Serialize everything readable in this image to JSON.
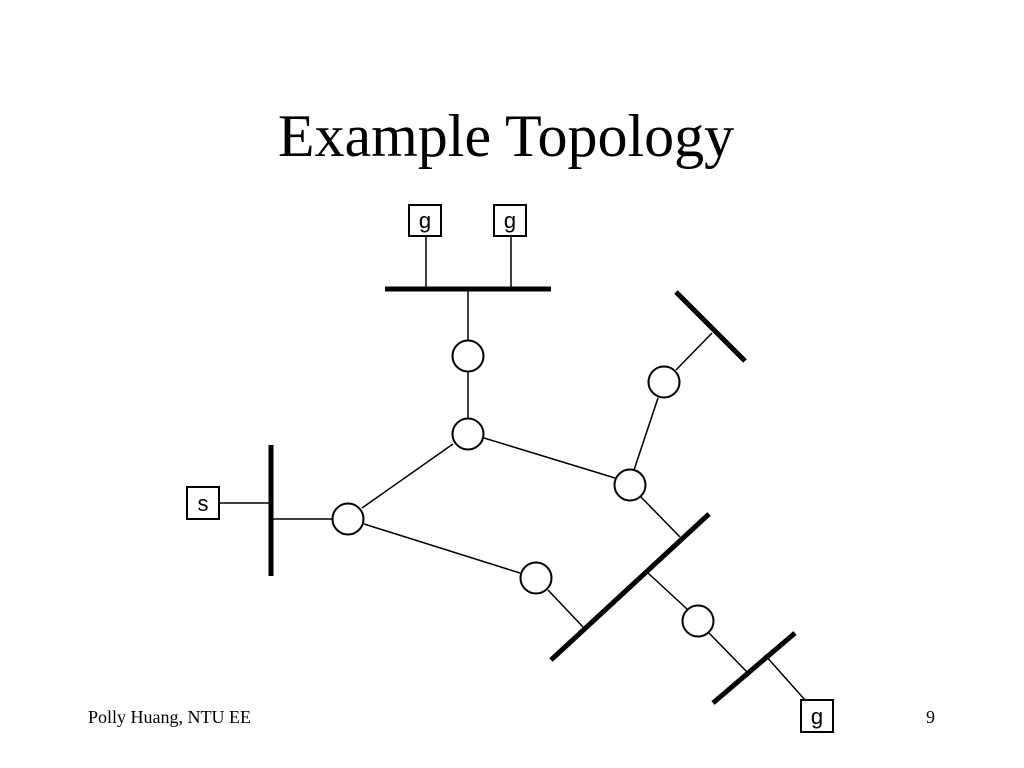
{
  "slide": {
    "title": "Example Topology",
    "footer_left": "Polly Huang, NTU EE",
    "page_number": "9"
  },
  "diagram": {
    "boxes": [
      {
        "id": "g-top-left",
        "label": "g"
      },
      {
        "id": "g-top-right",
        "label": "g"
      },
      {
        "id": "s-source",
        "label": "s"
      },
      {
        "id": "g-bottom",
        "label": "g"
      }
    ]
  }
}
